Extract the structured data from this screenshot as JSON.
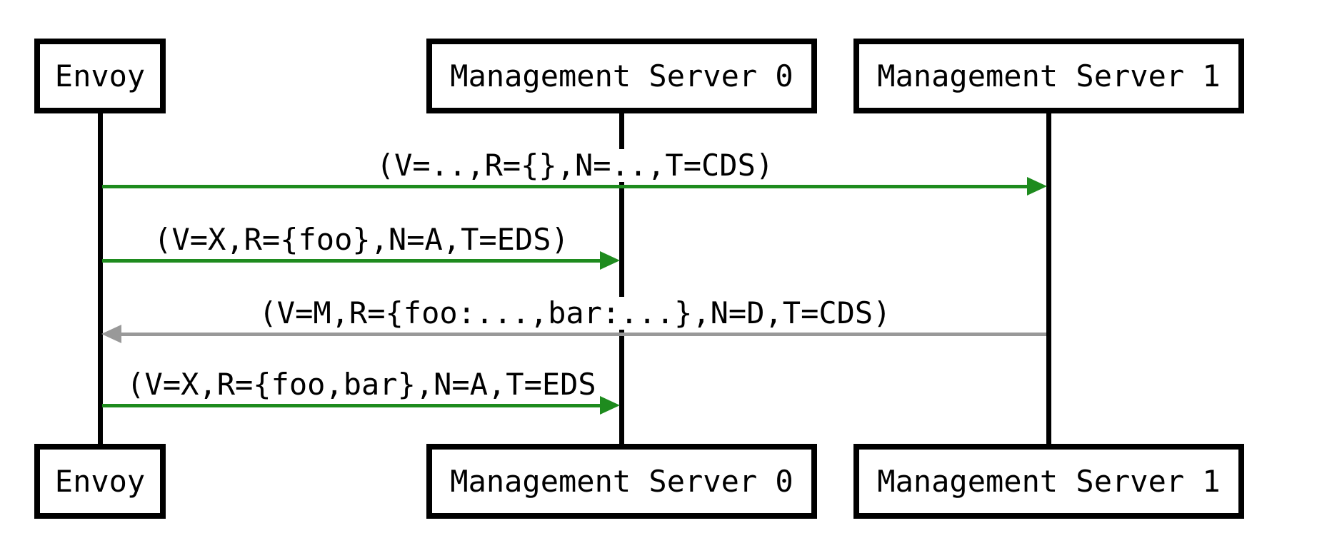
{
  "diagram": {
    "type": "sequence-diagram",
    "background_color": "#ffffff",
    "line_color": "#000000",
    "actors": [
      {
        "id": "envoy",
        "label": "Envoy"
      },
      {
        "id": "management-server-0",
        "label": "Management Server 0"
      },
      {
        "id": "management-server-1",
        "label": "Management Server 1"
      }
    ],
    "messages": [
      {
        "from": "envoy",
        "to": "management-server-1",
        "direction": "right",
        "label": "(V=..,R={},N=..,T=CDS)",
        "color": "#1e8b1e"
      },
      {
        "from": "envoy",
        "to": "management-server-0",
        "direction": "right",
        "label": "(V=X,R={foo},N=A,T=EDS)",
        "color": "#1e8b1e"
      },
      {
        "from": "management-server-1",
        "to": "envoy",
        "direction": "left",
        "label": "(V=M,R={foo:...,bar:...},N=D,T=CDS)",
        "color": "#999999"
      },
      {
        "from": "envoy",
        "to": "management-server-0",
        "direction": "right",
        "label": "(V=X,R={foo,bar},N=A,T=EDS",
        "color": "#1e8b1e"
      }
    ]
  }
}
